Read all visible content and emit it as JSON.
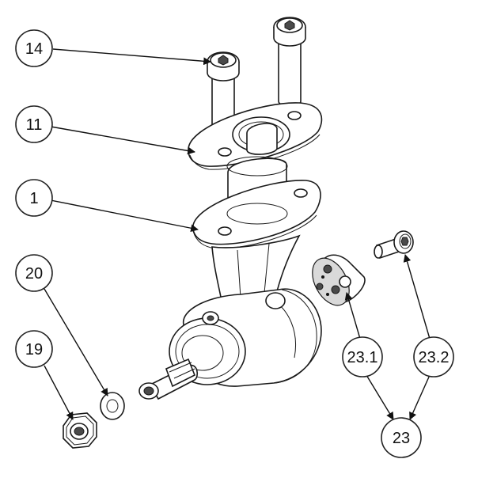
{
  "callouts": [
    {
      "id": "14",
      "label": "14"
    },
    {
      "id": "11",
      "label": "11"
    },
    {
      "id": "1",
      "label": "1"
    },
    {
      "id": "20",
      "label": "20"
    },
    {
      "id": "19",
      "label": "19"
    },
    {
      "id": "23.1",
      "label": "23.1"
    },
    {
      "id": "23.2",
      "label": "23.2"
    },
    {
      "id": "23",
      "label": "23"
    }
  ],
  "colors": {
    "line": "#1a1a1a",
    "background": "#ffffff",
    "shade": "#d9d9d9"
  }
}
